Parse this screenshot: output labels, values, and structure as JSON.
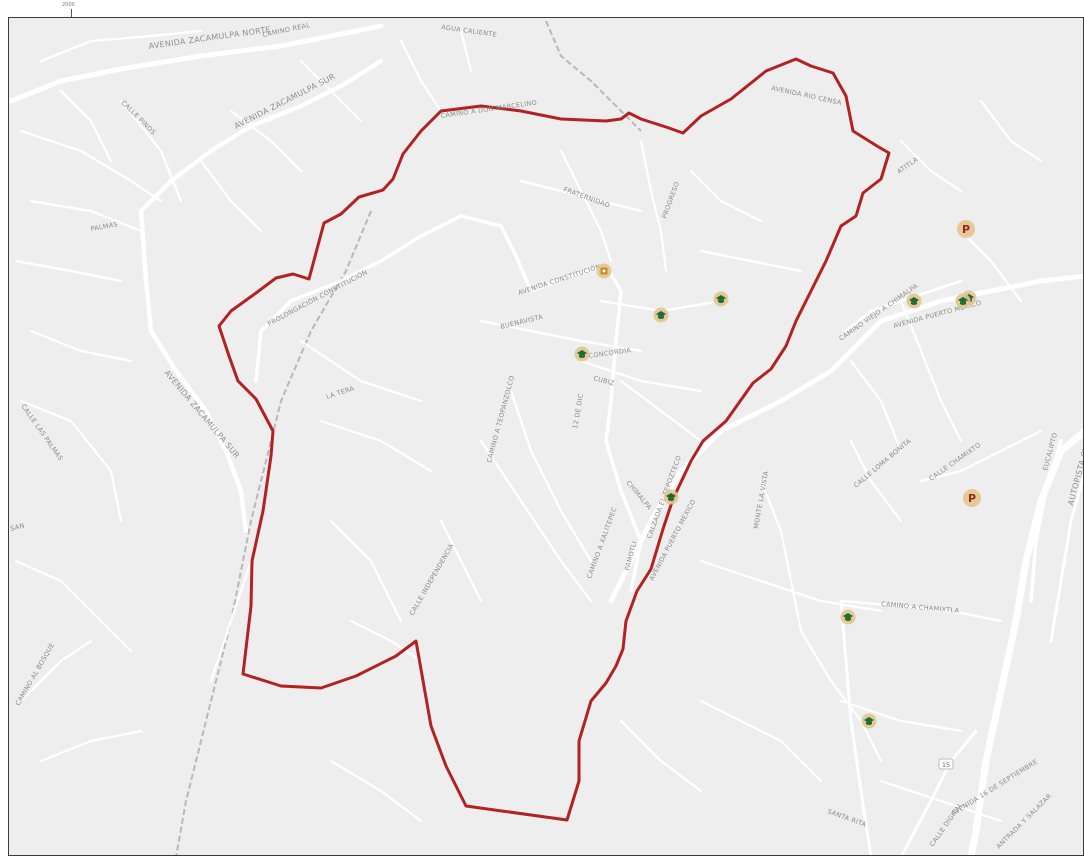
{
  "map": {
    "scale_tick_label": "2000",
    "route_shield": "15",
    "colors": {
      "background": "#eeeeee",
      "road": "#ffffff",
      "boundary": "#b22222",
      "school_fill": "#1e6b3a",
      "marker_halo": "#e3c48c",
      "parking_letter": "#a12424"
    },
    "street_labels": {
      "zacamulpa_norte": "AVENIDA ZACAMULPA NORTE",
      "camino_real": "CAMINO REAL",
      "agua_caliente": "AGUA CALIENTE",
      "zacamulpa_sur_top": "AVENIDA ZACAMULPA SUR",
      "calle_pinos": "CALLE PINOS",
      "palmas": "PALMAS",
      "camino_don_marcelo": "CAMINO A DON MARCELINO",
      "avenida_rio": "AVENIDA RIO CENSA",
      "atitla": "ATITLA",
      "fraternidad": "FRATERNIDAD",
      "progreso": "PROGRESO",
      "av_constitucion": "AVENIDA CONSTITUCIÓN",
      "prolongacion": "PROLONGACIÓN CONSTITUCIÓN",
      "buenavista": "BUENAVISTA",
      "concordia": "CONCORDIA",
      "cubiz": "CUBIZ",
      "la_tera": "LA TERA",
      "zacamulpa_sur_mid": "AVENIDA ZACAMULPA SUR",
      "calle_las_palmas": "CALLE LAS PALMAS",
      "camino_teopanzolco": "CAMINO A TEOPANZOLCO",
      "dic_12": "12 DE DIC",
      "camino_viejo": "CAMINO VIEJO A CHIMALPA",
      "av_puerto_mexico": "AVENIDA PUERTO MÉXICO",
      "calzada_tepozteco": "CALZADA EL TEPOZTECO",
      "av_puerto_mexico_2": "AVENIDA PUERTO MÉXICO",
      "chimalpa": "CHIMALPA",
      "camino_xalitepec": "CAMINO A XALITEPEC",
      "pamotli": "PAMOTLI",
      "monte_la_vista": "MONTE LA VISTA",
      "calle_loma_bonita": "CALLE LOMA BONITA",
      "calle_chamixto": "CALLE CHAMIXTO",
      "eucalipto": "EUCALIPTO",
      "autopista": "AUTOPISTA CUAUHNAHUAC",
      "calle_independencia": "CALLE INDEPENDENCIA",
      "camino_chamixtla": "CAMINO A CHAMIXTLA",
      "camino_al_bosque": "CAMINO AL BOSQUE",
      "truncated_left": "SAN",
      "av_16_sept": "AVENIDA 16 DE SEPTIEMBRE",
      "calle_digital": "CALLE DIGITAL",
      "santa_rita": "SANTA RITA",
      "antrada_salazar": "ANTRADA Y SALAZAR"
    },
    "poi": {
      "parking_letter": "P",
      "markers": [
        {
          "kind": "school",
          "label": "school-1"
        },
        {
          "kind": "school",
          "label": "school-2"
        },
        {
          "kind": "school",
          "label": "school-3"
        },
        {
          "kind": "school",
          "label": "school-4"
        },
        {
          "kind": "school",
          "label": "school-5"
        },
        {
          "kind": "school",
          "label": "school-6"
        },
        {
          "kind": "school",
          "label": "school-7"
        },
        {
          "kind": "school",
          "label": "school-8"
        },
        {
          "kind": "school",
          "label": "school-9"
        },
        {
          "kind": "government",
          "label": "government-1"
        },
        {
          "kind": "parking",
          "label": "parking-1"
        },
        {
          "kind": "parking",
          "label": "parking-2"
        }
      ]
    }
  }
}
